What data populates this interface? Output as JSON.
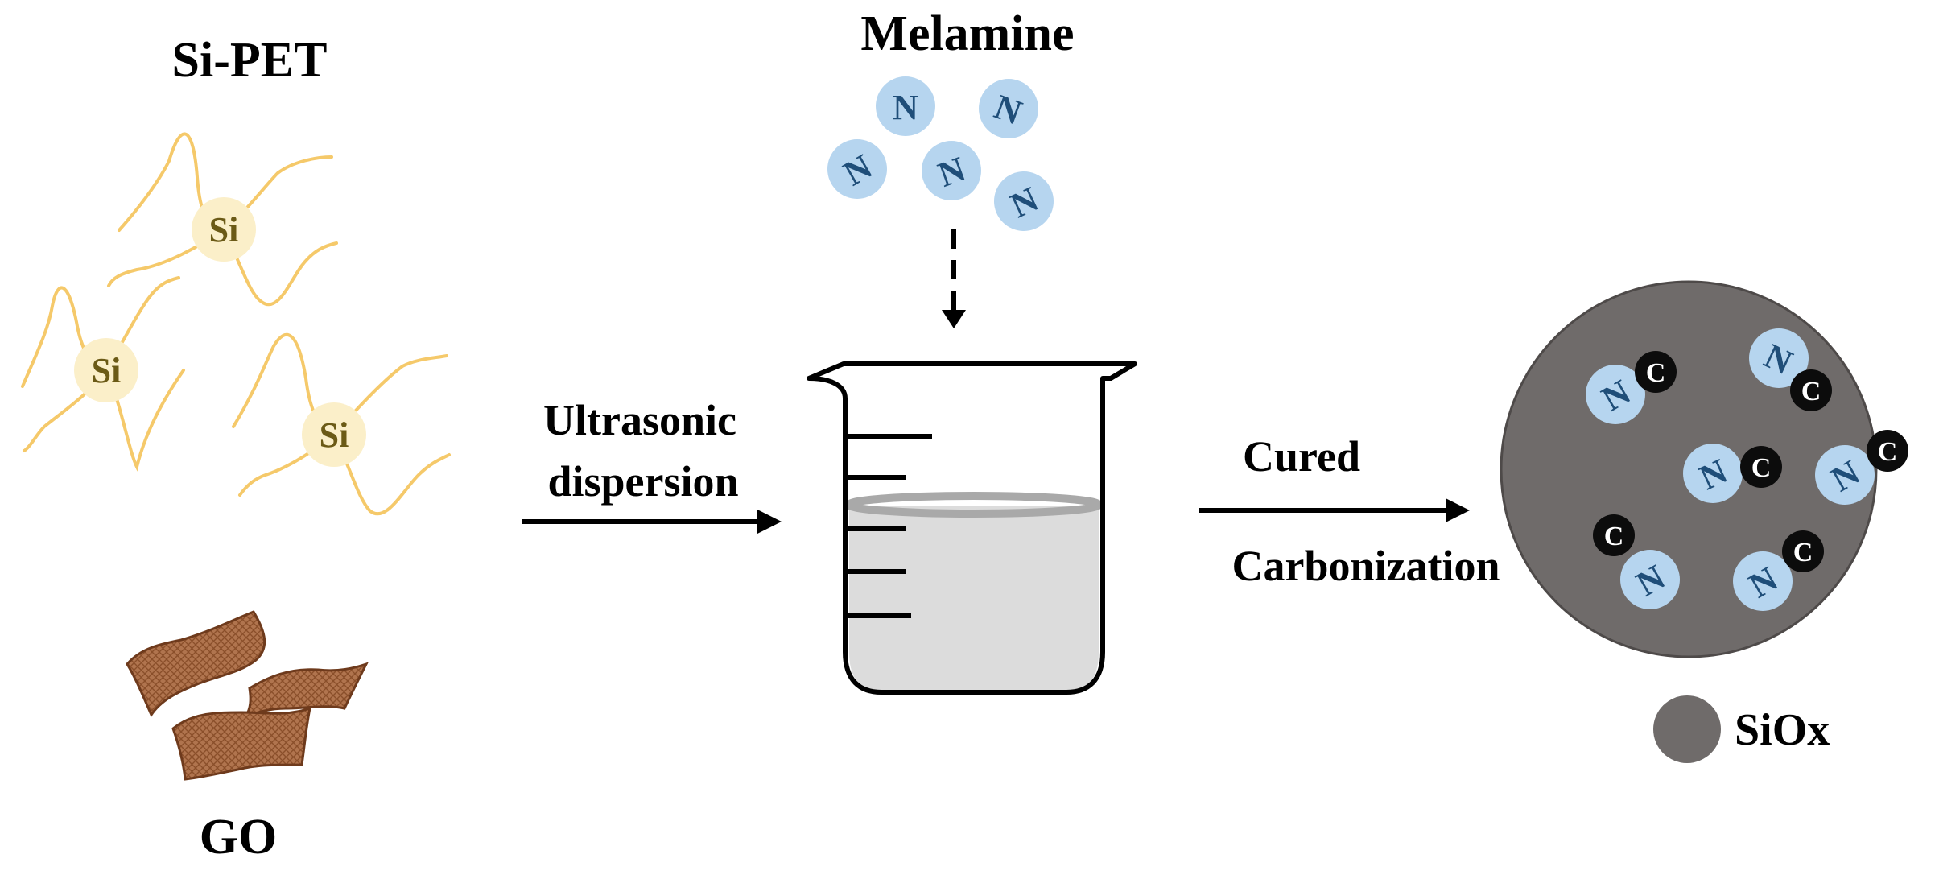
{
  "labels": {
    "si_pet": "Si-PET",
    "go": "GO",
    "melamine": "Melamine",
    "ultrasonic_line1": "Ultrasonic",
    "ultrasonic_line2": "dispersion",
    "cured": "Cured",
    "carbonization": "Carbonization",
    "siox": "SiOx"
  },
  "atoms": {
    "silicon": "Si",
    "nitrogen": "N",
    "carbon": "C"
  },
  "colors": {
    "polymer_chain": "#f5c96a",
    "si_node": "#fbefc9",
    "si_text": "#6b5a16",
    "n_sphere": "#b6d5ef",
    "n_text": "#1f4e79",
    "go_sheet": "#b0744e",
    "go_border": "#6e3a1c",
    "siox_particle": "#6f6b6a",
    "carbon_sphere": "#0c0c0c",
    "liquid": "#dcdcdc",
    "liquid_surface": "#a9a9a9",
    "ink": "#000000"
  }
}
